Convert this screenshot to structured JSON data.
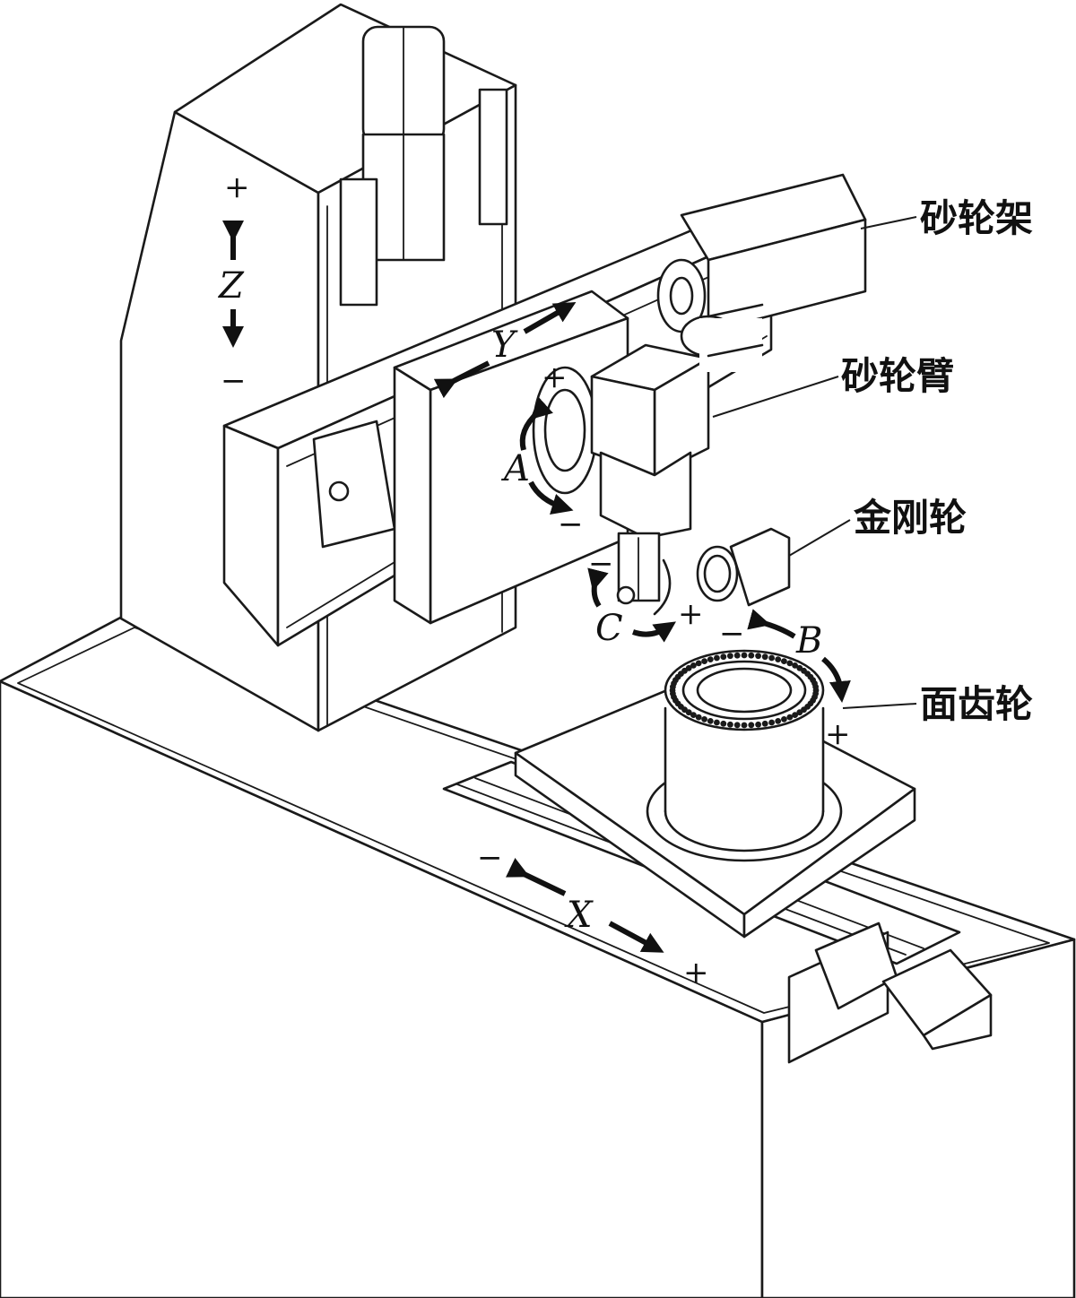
{
  "labels": {
    "grinding_wheel_frame": "砂轮架",
    "grinding_wheel_arm": "砂轮臂",
    "diamond_wheel": "金刚轮",
    "face_gear": "面齿轮"
  },
  "axes": {
    "x": {
      "letter": "X",
      "minus": "−",
      "plus": "+"
    },
    "y": {
      "letter": "Y"
    },
    "z": {
      "letter": "Z",
      "minus": "−",
      "plus": "+"
    },
    "a": {
      "letter": "A",
      "minus": "−",
      "plus": "+"
    },
    "b": {
      "letter": "B",
      "minus": "−",
      "plus": "+"
    },
    "c": {
      "letter": "C",
      "minus": "−",
      "plus": "+"
    }
  }
}
